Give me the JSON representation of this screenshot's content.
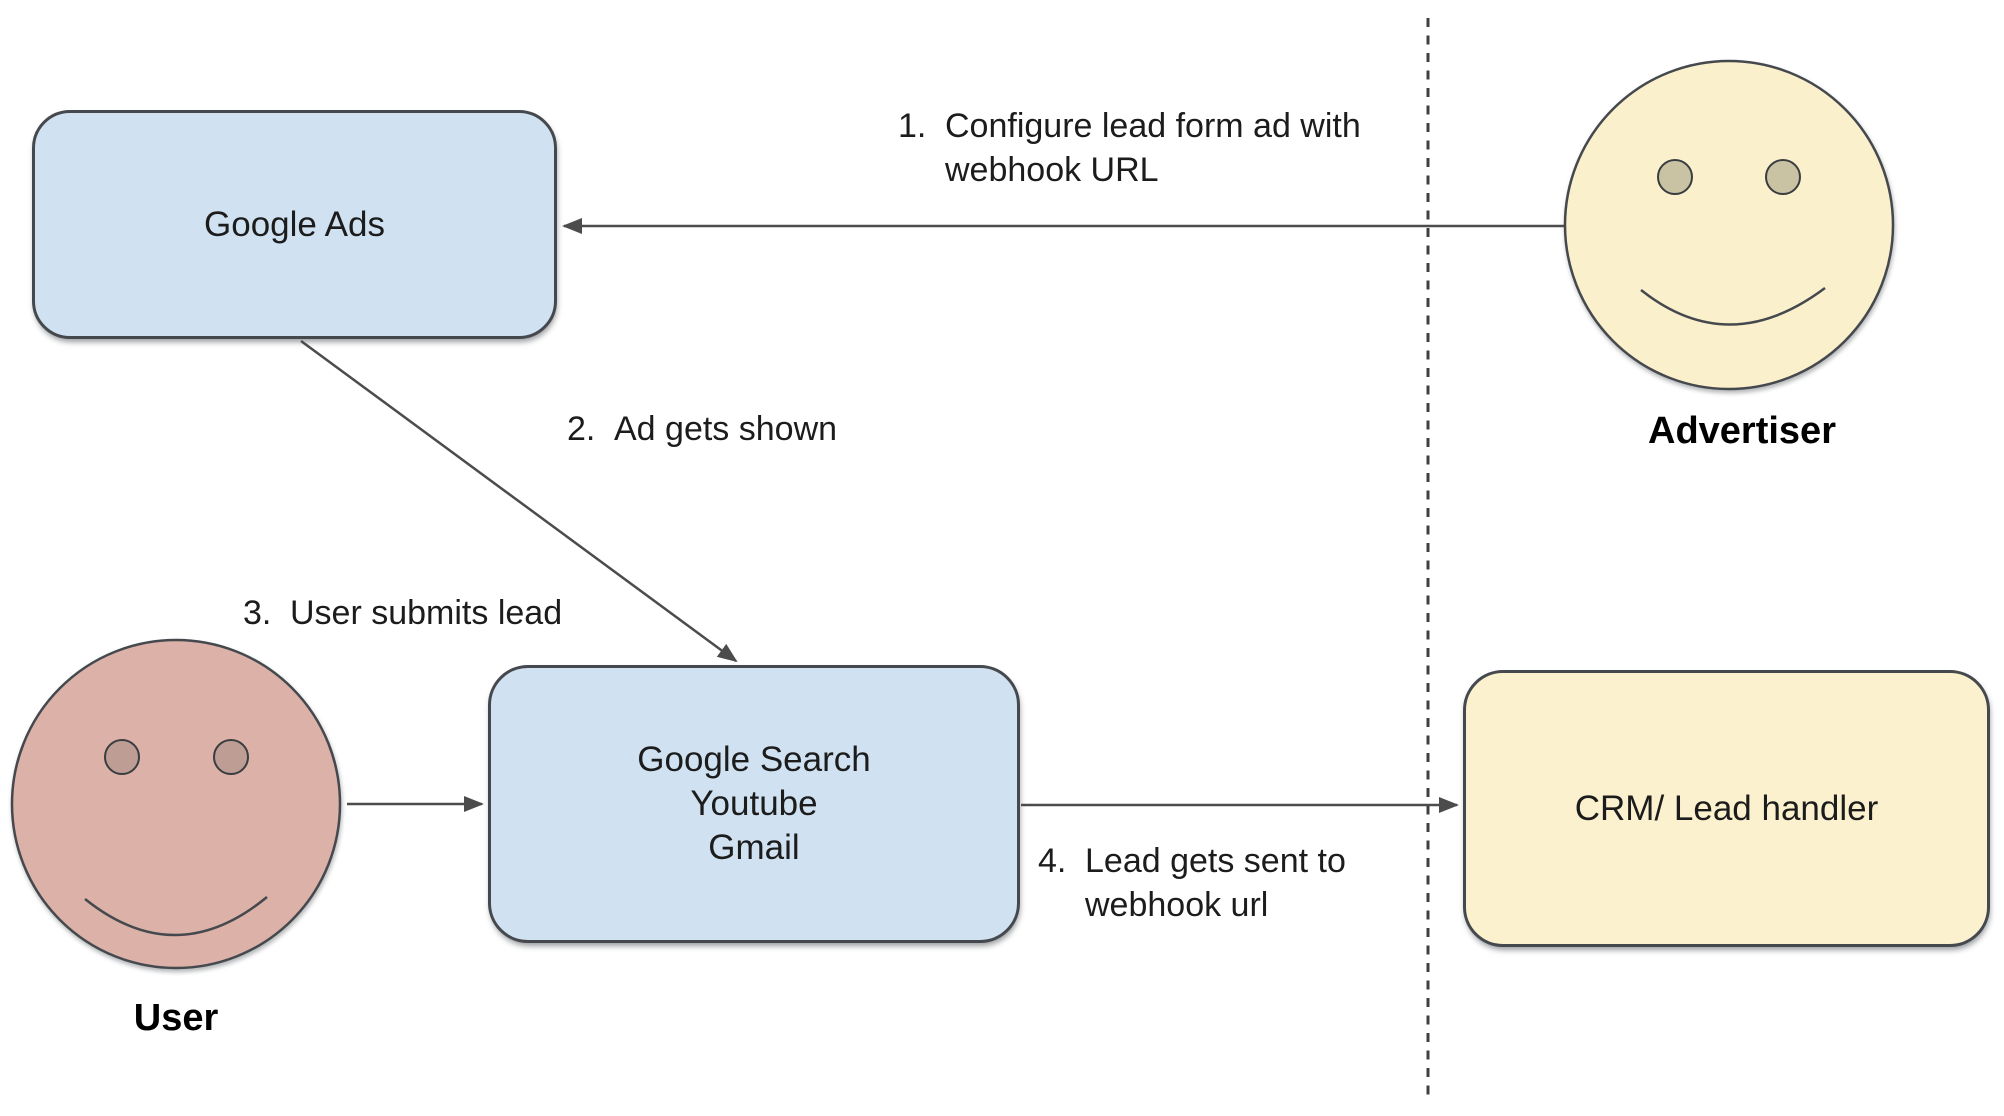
{
  "diagram": {
    "nodes": {
      "google_ads": {
        "label": "Google Ads"
      },
      "google_surfaces": {
        "line1": "Google Search",
        "line2": "Youtube",
        "line3": "Gmail"
      },
      "crm": {
        "label": "CRM/ Lead handler"
      }
    },
    "actors": {
      "advertiser": {
        "label": "Advertiser"
      },
      "user": {
        "label": "User"
      }
    },
    "steps": [
      {
        "num": "1.",
        "text": "Configure lead form ad with webhook URL"
      },
      {
        "num": "2.",
        "text": "Ad gets shown"
      },
      {
        "num": "3.",
        "text": "User submits lead"
      },
      {
        "num": "4.",
        "text": "Lead gets sent to webhook url"
      }
    ],
    "colors": {
      "background": "#ffffff",
      "node_blue_fill": "#d0e1f1",
      "node_yellow_fill": "#fbf1ce",
      "face_advertiser_fill": "#fbf0cc",
      "face_user_fill": "#dcb2a8",
      "eye_advertiser_fill": "#c9c3a3",
      "eye_user_fill": "#bd9d94",
      "shape_stroke": "#45494e",
      "arrow_stroke": "#4c4c4c",
      "dashed_line_stroke": "#3d4043",
      "text": "#1c1c1c"
    }
  }
}
